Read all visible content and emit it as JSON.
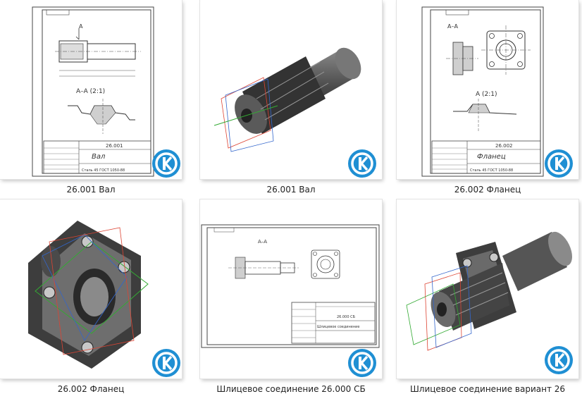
{
  "items": [
    {
      "caption": "26.001 Вал",
      "drawing_code": "26.001",
      "part_name": "Вал",
      "material": "Сталь 45 ГОСТ 1050-88",
      "section_label": "A",
      "section_title": "A–A (2:1)"
    },
    {
      "caption": "26.001 Вал"
    },
    {
      "caption": "26.002 Фланец",
      "drawing_code": "26.002",
      "part_name": "Фланец",
      "material": "Сталь 45 ГОСТ 1050-88",
      "section_title": "A–A",
      "detail_title": "A (2:1)"
    },
    {
      "caption": "26.002 Фланец"
    },
    {
      "caption": "Шлицевое соединение 26.000 СБ",
      "drawing_code": "26.000 СБ",
      "part_name": "Шлицевое соединение",
      "section_title": "A–A"
    },
    {
      "caption": "Шлицевое соединение вариант 26"
    }
  ],
  "badge": {
    "icon": "kompas-logo-icon",
    "color": "#1f8fd3"
  }
}
